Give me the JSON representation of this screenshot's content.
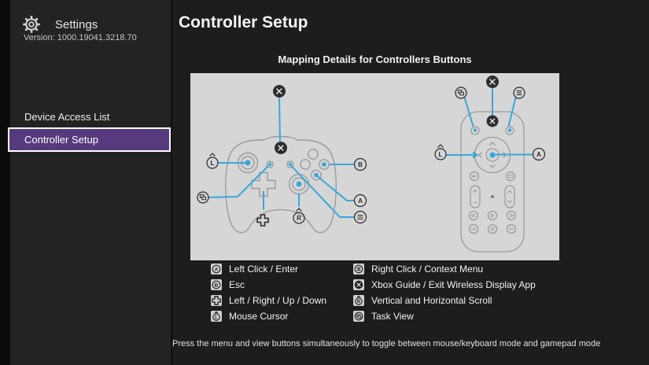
{
  "app": {
    "title": "Settings",
    "version": "Version: 1000.19041.3218.70"
  },
  "sidebar": {
    "items": [
      {
        "label": "Device Access List",
        "selected": false
      },
      {
        "label": "Controller Setup",
        "selected": true
      }
    ]
  },
  "main": {
    "title": "Controller Setup",
    "diagram_title": "Mapping Details for Controllers Buttons",
    "footer_note": "Press the menu and view buttons simultaneously to toggle between mouse/keyboard mode and gamepad mode",
    "legend": {
      "left": [
        {
          "icon": "a-button-icon",
          "label": "Left Click / Enter"
        },
        {
          "icon": "b-button-icon",
          "label": "Esc"
        },
        {
          "icon": "dpad-icon",
          "label": "Left / Right / Up / Down"
        },
        {
          "icon": "left-stick-icon",
          "label": "Mouse Cursor"
        }
      ],
      "right": [
        {
          "icon": "menu-button-icon",
          "label": "Right Click / Context Menu"
        },
        {
          "icon": "xbox-guide-icon",
          "label": "Xbox Guide / Exit Wireless Display App"
        },
        {
          "icon": "right-stick-icon",
          "label": "Vertical and Horizontal Scroll"
        },
        {
          "icon": "view-button-icon",
          "label": "Task View"
        }
      ]
    }
  },
  "diagram": {
    "letters": {
      "l": "L",
      "r": "R",
      "a": "A",
      "b": "B"
    }
  },
  "colors": {
    "accent_purple": "#553a7d",
    "callout_blue": "#3aa7da",
    "panel_gray": "#d6d6d6",
    "selected_border": "#ffffff"
  }
}
